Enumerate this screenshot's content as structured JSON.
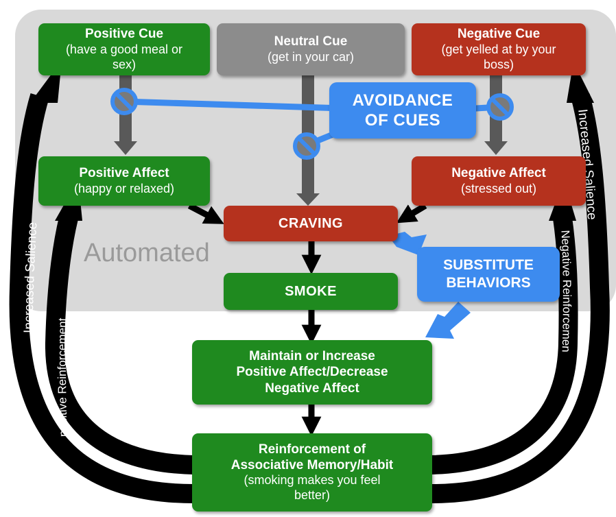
{
  "region_label": "Automated",
  "cues": {
    "positive": {
      "title": "Positive Cue",
      "sub1": "(have a good meal or",
      "sub2": "sex)"
    },
    "neutral": {
      "title": "Neutral Cue",
      "sub1": "(get in your car)"
    },
    "negative": {
      "title": "Negative Cue",
      "sub1": "(get yelled at by your",
      "sub2": "boss)"
    }
  },
  "avoidance": {
    "line1": "AVOIDANCE",
    "line2": "OF CUES"
  },
  "affects": {
    "positive": {
      "title": "Positive Affect",
      "sub": "(happy or relaxed)"
    },
    "negative": {
      "title": "Negative Affect",
      "sub": "(stressed out)"
    }
  },
  "craving": "CRAVING",
  "smoke": "SMOKE",
  "substitute": {
    "line1": "SUBSTITUTE",
    "line2": "BEHAVIORS"
  },
  "maintain": {
    "line1": "Maintain or Increase",
    "line2": "Positive Affect/Decrease",
    "line3": "Negative Affect"
  },
  "reinforcement": {
    "line1": "Reinforcement of",
    "line2": "Associative Memory/Habit",
    "line3": "(smoking makes you feel",
    "line4": "better)"
  },
  "loops": {
    "left_outer": "Increased Salience",
    "left_inner": "positive Reinforcement",
    "right_outer": "Increased Salience",
    "right_inner": "Negative Reinforcemen"
  },
  "colors": {
    "green": "#1f8a1f",
    "red": "#b5321e",
    "gray": "#8c8c8c",
    "blue": "#3d8bef",
    "panel": "#d9d9d9"
  }
}
